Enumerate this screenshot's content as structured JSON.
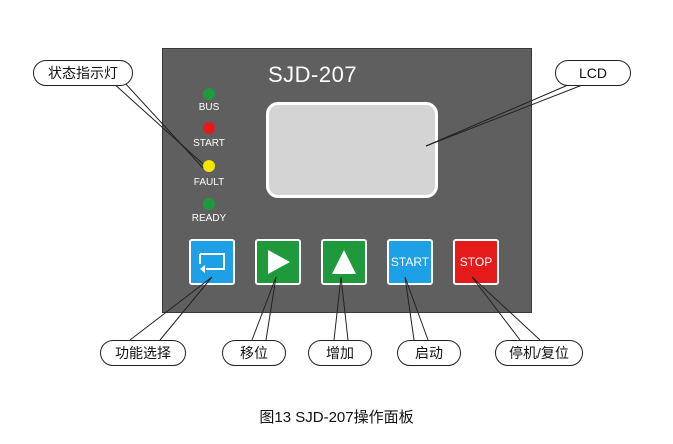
{
  "panel": {
    "model": "SJD-207",
    "indicators": [
      {
        "label": "BUS",
        "color": "#1e9a3c"
      },
      {
        "label": "START",
        "color": "#e51b1b"
      },
      {
        "label": "FAULT",
        "color": "#f5e600"
      },
      {
        "label": "READY",
        "color": "#1e9a3c"
      }
    ],
    "buttons": {
      "function_select": {
        "color": "#1ea0e6"
      },
      "shift": {
        "color": "#1e9a3c"
      },
      "increase": {
        "color": "#1e9a3c"
      },
      "start": {
        "text": "START",
        "color": "#1ea0e6"
      },
      "stop": {
        "text": "STOP",
        "color": "#e51b1b"
      }
    }
  },
  "callouts": {
    "indicator": "状态指示灯",
    "lcd": "LCD",
    "function_select": "功能选择",
    "shift": "移位",
    "increase": "增加",
    "start": "启动",
    "stop": "停机/复位"
  },
  "caption": "图13  SJD-207操作面板"
}
